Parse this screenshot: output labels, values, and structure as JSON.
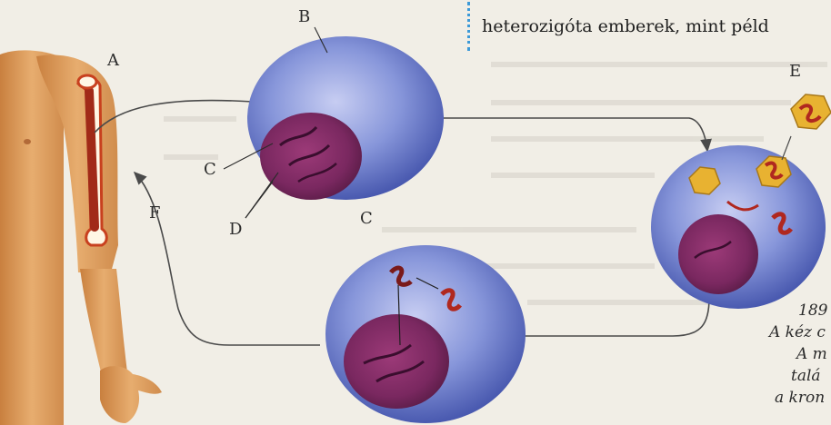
{
  "header": {
    "text": "heterozigóta emberek, mint péld"
  },
  "labels": {
    "a": "A",
    "b": "B",
    "c_left": "C",
    "c_bottom": "C",
    "d": "D",
    "e": "E",
    "f": "F"
  },
  "caption": {
    "line1": "189",
    "line2": "A kéz c",
    "line3": "A m",
    "line4": "talá",
    "line5": "a kron"
  },
  "colors": {
    "cell": "#7d8fd6",
    "nucleus": "#8a2f6c",
    "skin": "#e0a468",
    "virus": "#e8b231",
    "arrow": "#4a4a4a"
  }
}
